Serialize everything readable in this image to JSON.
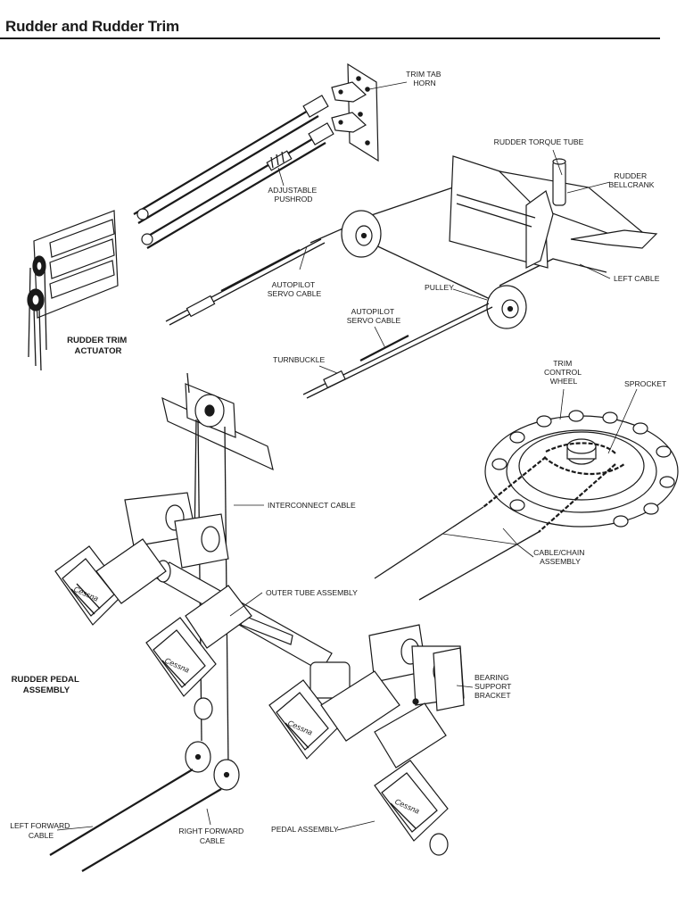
{
  "title": "Rudder and Rudder Trim",
  "labels": {
    "trim_tab_horn": [
      "TRIM TAB",
      "HORN"
    ],
    "rudder_torque_tube": [
      "RUDDER TORQUE TUBE"
    ],
    "rudder_bellcrank": [
      "RUDDER",
      "BELLCRANK"
    ],
    "adjustable_pushrod": [
      "ADJUSTABLE",
      "PUSHROD"
    ],
    "left_cable": [
      "LEFT CABLE"
    ],
    "autopilot_servo_cable_1": [
      "AUTOPILOT",
      "SERVO CABLE"
    ],
    "pulley": [
      "PULLEY"
    ],
    "autopilot_servo_cable_2": [
      "AUTOPILOT",
      "SERVO CABLE"
    ],
    "rudder_trim_actuator": [
      "RUDDER TRIM",
      "ACTUATOR"
    ],
    "turnbuckle": [
      "TURNBUCKLE"
    ],
    "trim_control_wheel": [
      "TRIM",
      "CONTROL",
      "WHEEL"
    ],
    "sprocket": [
      "SPROCKET"
    ],
    "interconnect_cable": [
      "INTERCONNECT CABLE"
    ],
    "cable_chain_assembly": [
      "CABLE/CHAIN",
      "ASSEMBLY"
    ],
    "outer_tube_assembly": [
      "OUTER TUBE ASSEMBLY"
    ],
    "rudder_pedal_assembly": [
      "RUDDER PEDAL",
      "ASSEMBLY"
    ],
    "bearing_support_bracket": [
      "BEARING",
      "SUPPORT",
      "BRACKET"
    ],
    "left_forward_cable": [
      "LEFT FORWARD",
      "CABLE"
    ],
    "right_forward_cable": [
      "RIGHT FORWARD",
      "CABLE"
    ],
    "pedal_assembly": [
      "PEDAL ASSEMBLY"
    ]
  },
  "pedal_logo_text": "Cessna"
}
